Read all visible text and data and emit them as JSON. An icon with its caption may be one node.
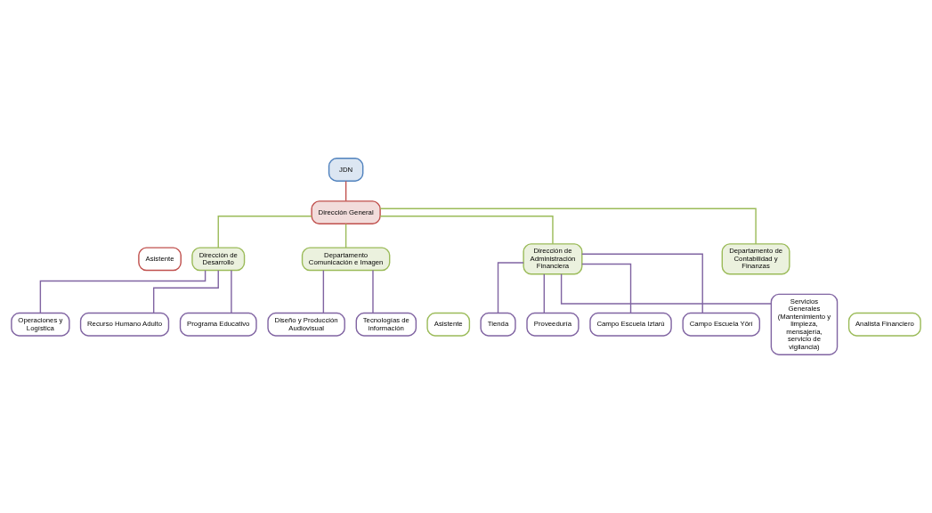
{
  "diagram": {
    "nodes": [
      {
        "text": [
          "JDN"
        ]
      },
      {
        "text": [
          "Dirección General"
        ]
      },
      {
        "text": [
          "Asistente"
        ]
      },
      {
        "text": [
          "Dirección de Desarrollo"
        ]
      },
      {
        "text": [
          "Departamento Comunicación e Imagen"
        ]
      },
      {
        "text": [
          "Dirección de Administración Financiera"
        ]
      },
      {
        "text": [
          "Asistente"
        ]
      },
      {
        "text": [
          "Departamento de Contabilidad y Finanzas"
        ]
      },
      {
        "text": [
          "Analista Financiero"
        ]
      },
      {
        "text": [
          "Operaciones y Logística"
        ]
      },
      {
        "text": [
          "Recurso Humano Adulto"
        ]
      },
      {
        "text": [
          "Programa Educativo"
        ]
      },
      {
        "text": [
          "Diseño y Producción Audiovisual"
        ]
      },
      {
        "text": [
          "Tecnologías de información"
        ]
      },
      {
        "text": [
          "Tienda"
        ]
      },
      {
        "text": [
          "Proveeduría"
        ]
      },
      {
        "text": [
          "Campo Escuela Iztarú"
        ]
      },
      {
        "text": [
          "Campo Escuela Yörí"
        ]
      },
      {
        "text": [
          "Servicios Generales (Mantenimiento y limpieza, mensajería, servicio de vigilancia)"
        ]
      }
    ],
    "edges": [
      {
        "from": 0,
        "to": 1,
        "arrow": "none",
        "color": "#c0504d"
      },
      {
        "from": 1,
        "to": 3,
        "arrow": "none",
        "color": "#9bbb59"
      },
      {
        "from": 1,
        "to": 4,
        "arrow": "none",
        "color": "#9bbb59"
      },
      {
        "from": 1,
        "to": 5,
        "arrow": "none",
        "color": "#9bbb59"
      },
      {
        "from": 1,
        "to": 7,
        "arrow": "none",
        "color": "#9bbb59"
      },
      {
        "from": 3,
        "to": 9,
        "arrow": "none"
      },
      {
        "from": 3,
        "to": 10,
        "arrow": "none"
      },
      {
        "from": 3,
        "to": 11,
        "arrow": "none"
      },
      {
        "from": 4,
        "to": 12,
        "arrow": "none"
      },
      {
        "from": 4,
        "to": 13,
        "arrow": "none"
      },
      {
        "from": 5,
        "to": 14,
        "arrow": "none"
      },
      {
        "from": 5,
        "to": 15,
        "arrow": "none"
      },
      {
        "from": 5,
        "to": 16,
        "arrow": "none"
      },
      {
        "from": 5,
        "to": 17,
        "arrow": "none"
      },
      {
        "from": 5,
        "to": 18,
        "arrow": "none"
      }
    ]
  }
}
